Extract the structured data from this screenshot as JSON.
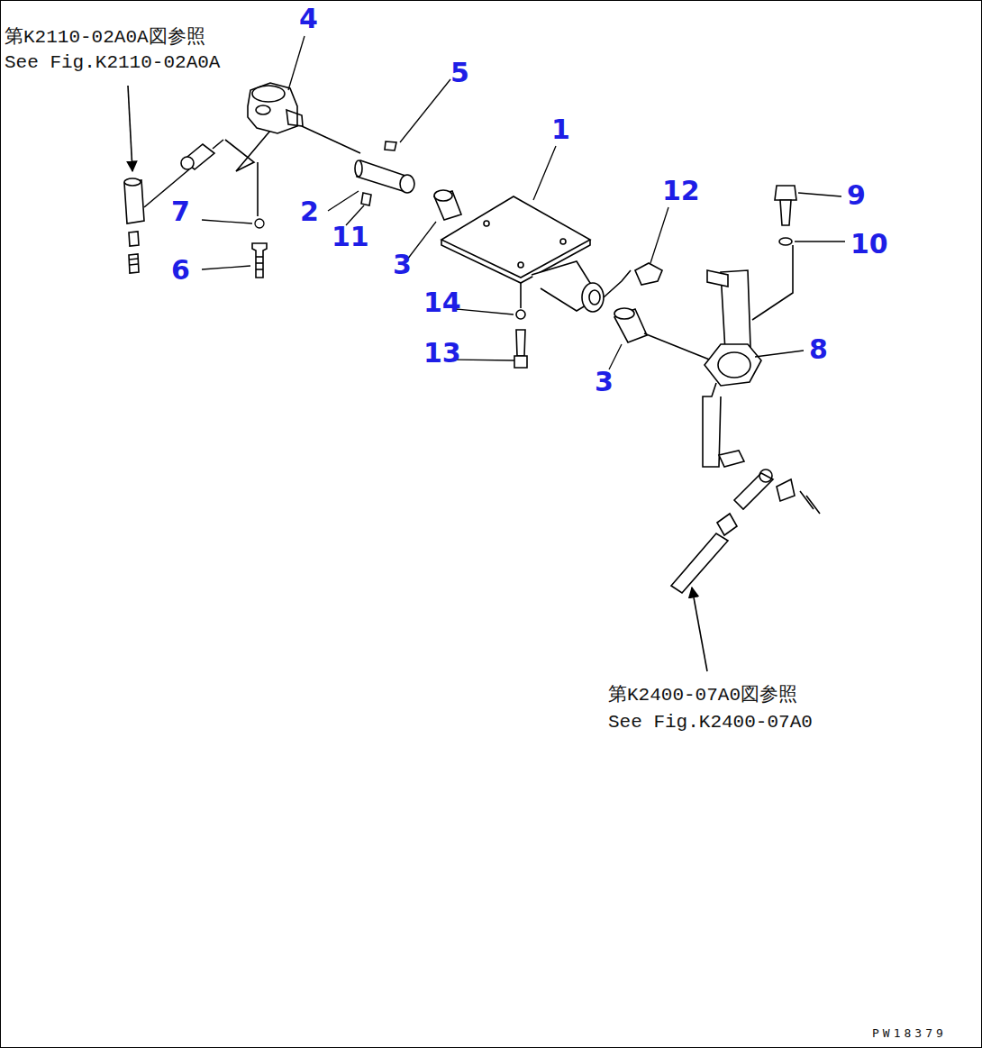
{
  "diagram": {
    "labels": [
      "第K2110-02A0A図参照",
      "See Fig.K2110-02A0A",
      "4",
      "5",
      "1",
      "12",
      "9",
      "7",
      "2",
      "11",
      "10",
      "6",
      "3",
      "14",
      "8",
      "13",
      "3",
      "第K2400-07A0図参照",
      "See Fig.K2400-07A0",
      "PW18379"
    ]
  }
}
